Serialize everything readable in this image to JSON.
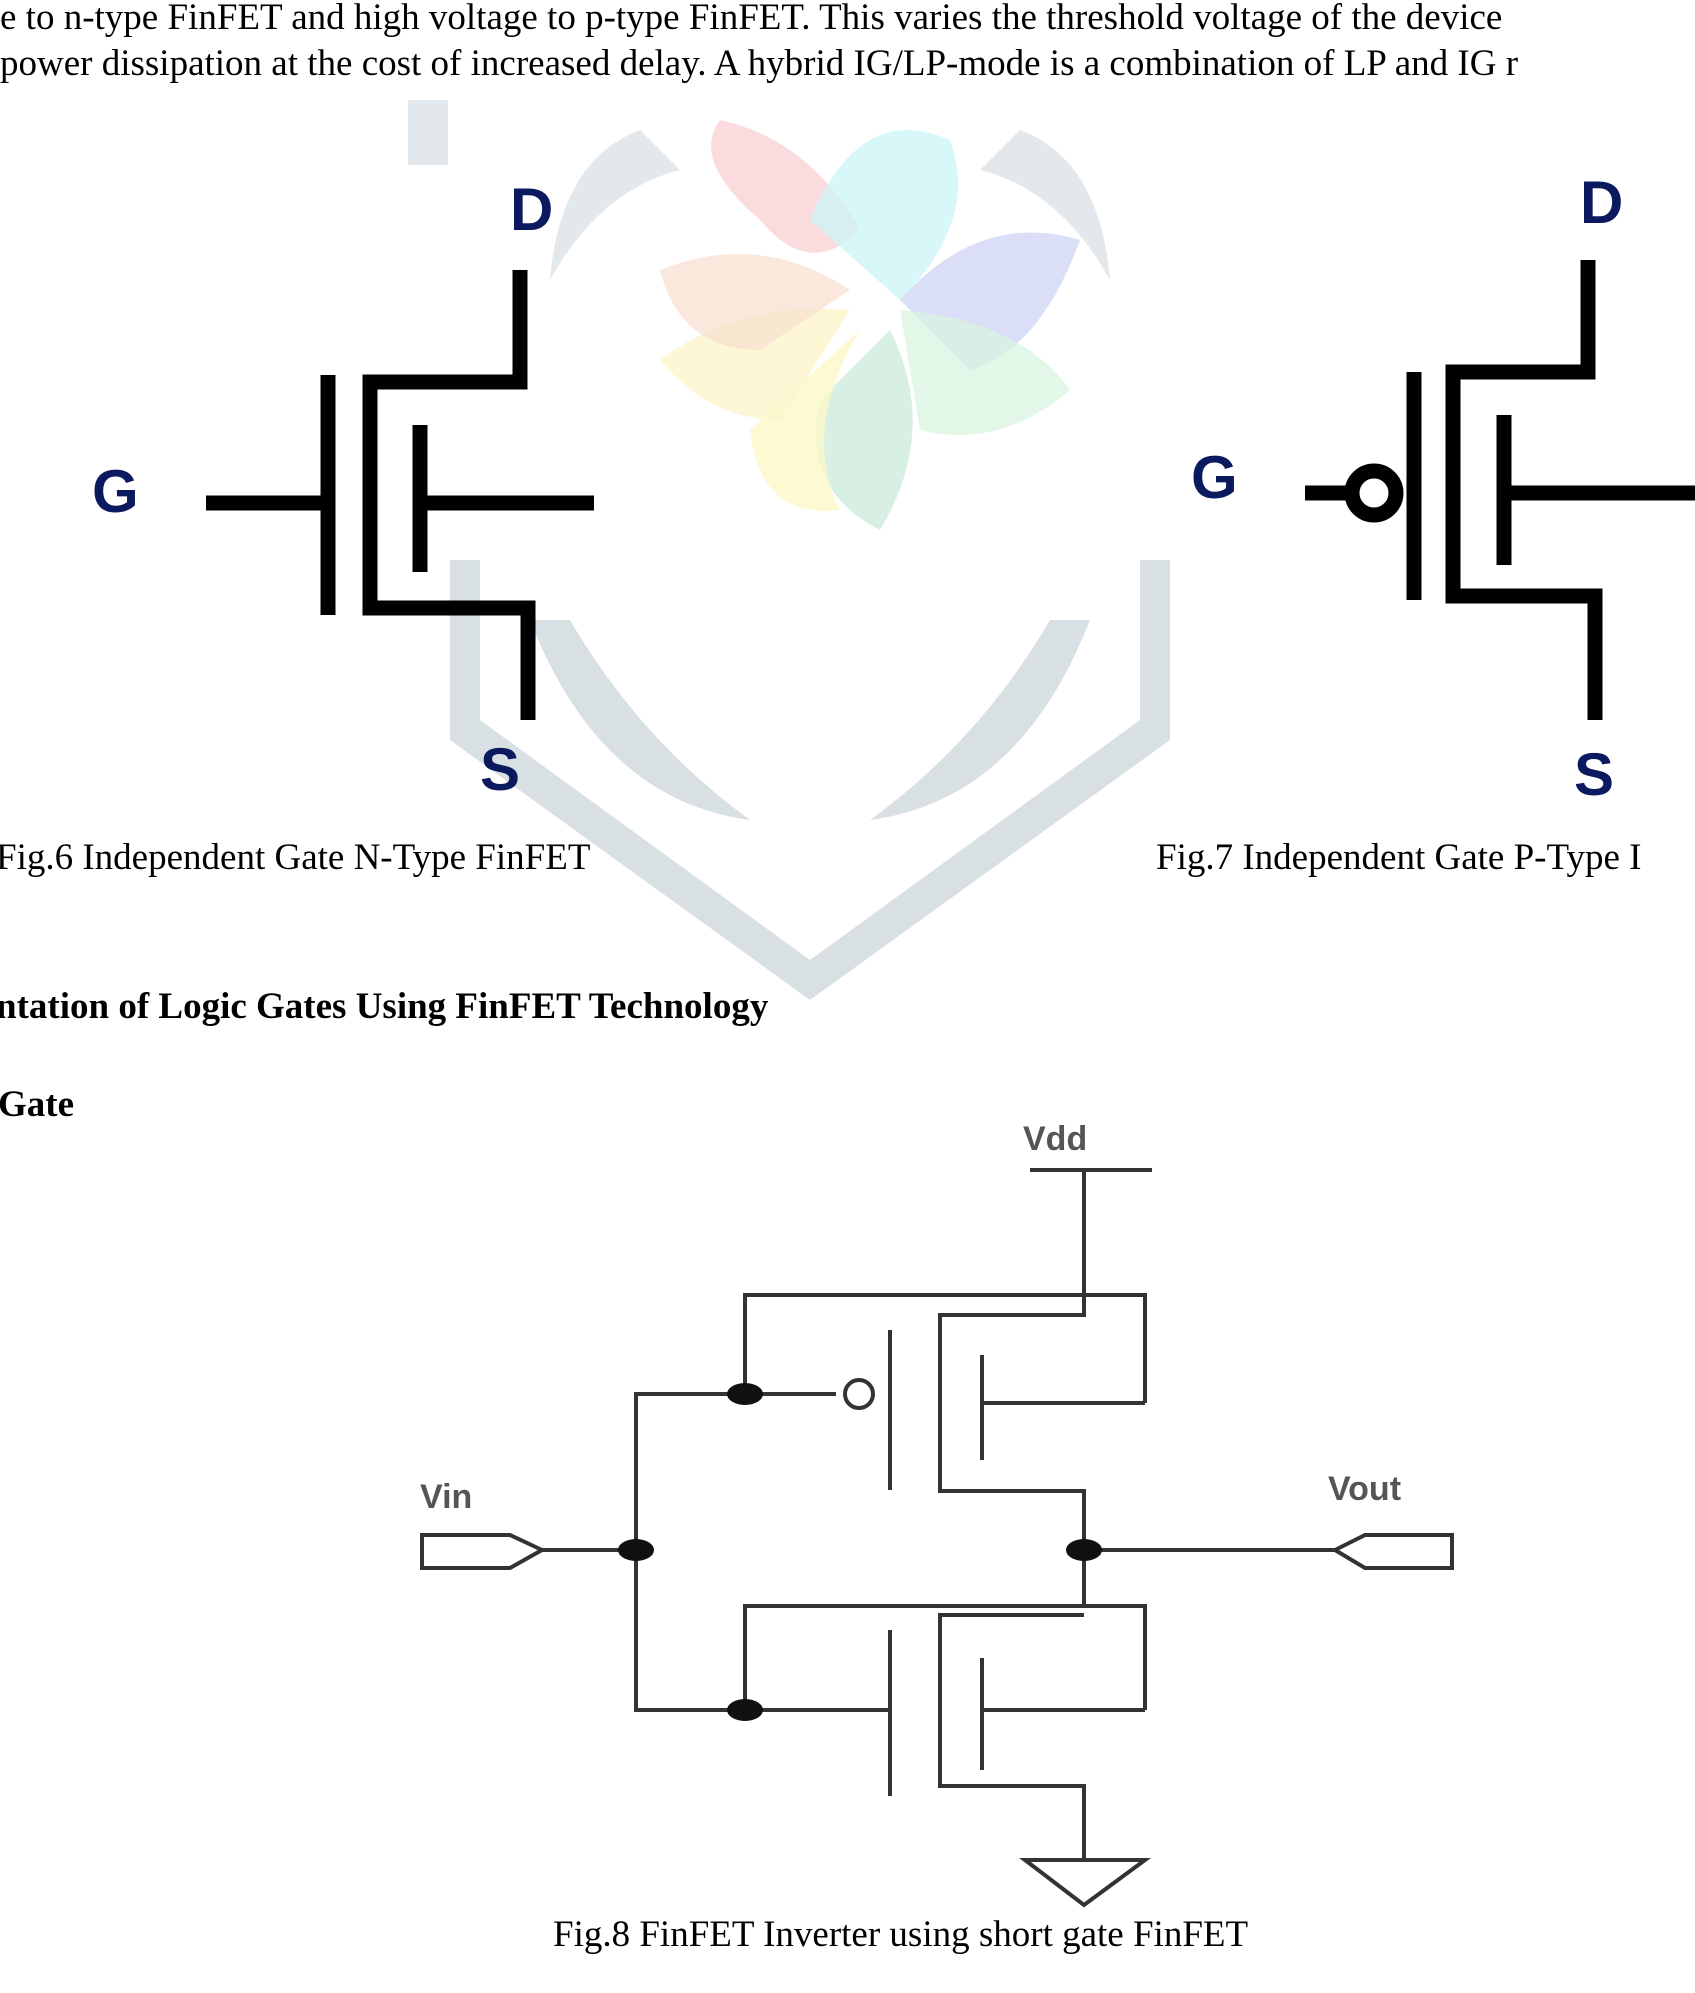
{
  "paragraph": {
    "lines": [
      "e to n-type FinFET and high voltage to p-type FinFET. This varies the threshold voltage of the device",
      "power dissipation at the cost of increased delay. A hybrid IG/LP-mode is a combination of LP and IG r"
    ]
  },
  "fig6": {
    "terminals": {
      "drain": "D",
      "gate": "G",
      "source": "S"
    },
    "caption": "Fig.6 Independent Gate N-Type FinFET"
  },
  "fig7": {
    "terminals": {
      "drain": "D",
      "gate": "G",
      "source": "S"
    },
    "caption": "Fig.7 Independent Gate P-Type I"
  },
  "section_heading": "ntation of Logic Gates Using FinFET Technology",
  "subsection_heading": "Gate",
  "fig8": {
    "labels": {
      "vdd": "Vdd",
      "vin": "Vin",
      "vout": "Vout"
    },
    "caption": "Fig.8 FinFET Inverter using short gate FinFET"
  },
  "colors": {
    "watermark": "#cfd8dc",
    "text": "#000000",
    "terminal_label": "#0b1a5e"
  }
}
